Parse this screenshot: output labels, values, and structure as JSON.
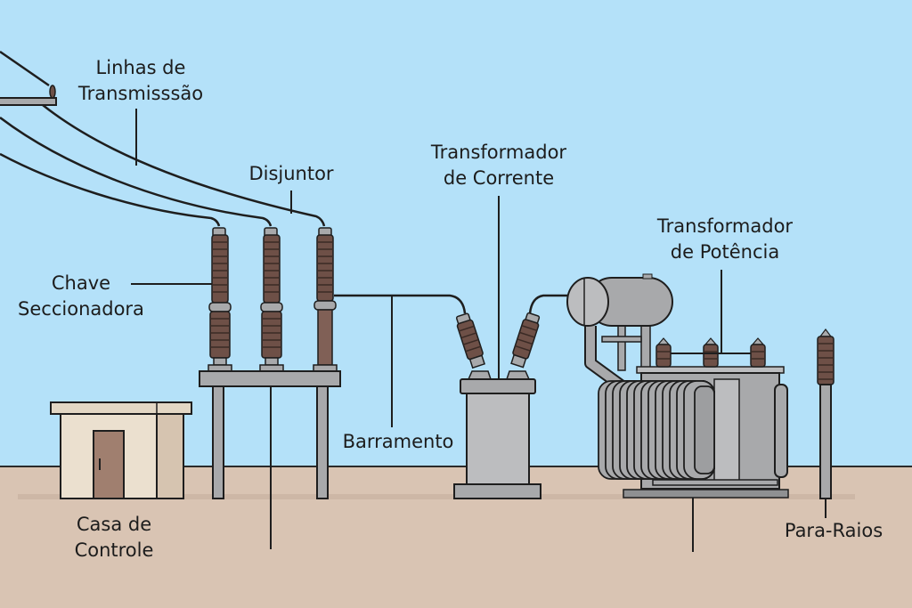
{
  "diagram": {
    "title": "Subestação Elétrica",
    "colors": {
      "sky": "#b4e1f9",
      "ground": "#d9c4b3",
      "porcelain": "#6e5047",
      "steel": "#a8a9ab",
      "steel_light": "#c2c3c5",
      "outline": "#1e1e1e",
      "house_wall": "#ebe0cf",
      "house_side": "#d6c4b0",
      "door": "#a07f6f"
    },
    "labels": {
      "transmission_lines": {
        "line1": "Linhas de",
        "line2": "Transmisssão"
      },
      "circuit_breaker": {
        "line1": "Disjuntor"
      },
      "disconnect_switch": {
        "line1": "Chave",
        "line2": "Seccionadora"
      },
      "current_transformer": {
        "line1": "Transformador",
        "line2": "de Corrente"
      },
      "power_transformer": {
        "line1": "Transformador",
        "line2": "de Potência"
      },
      "busbar": {
        "line1": "Barramento"
      },
      "control_house": {
        "line1": "Casa de",
        "line2": "Controle"
      },
      "surge_arrester": {
        "line1": "Para-Raios"
      }
    }
  }
}
